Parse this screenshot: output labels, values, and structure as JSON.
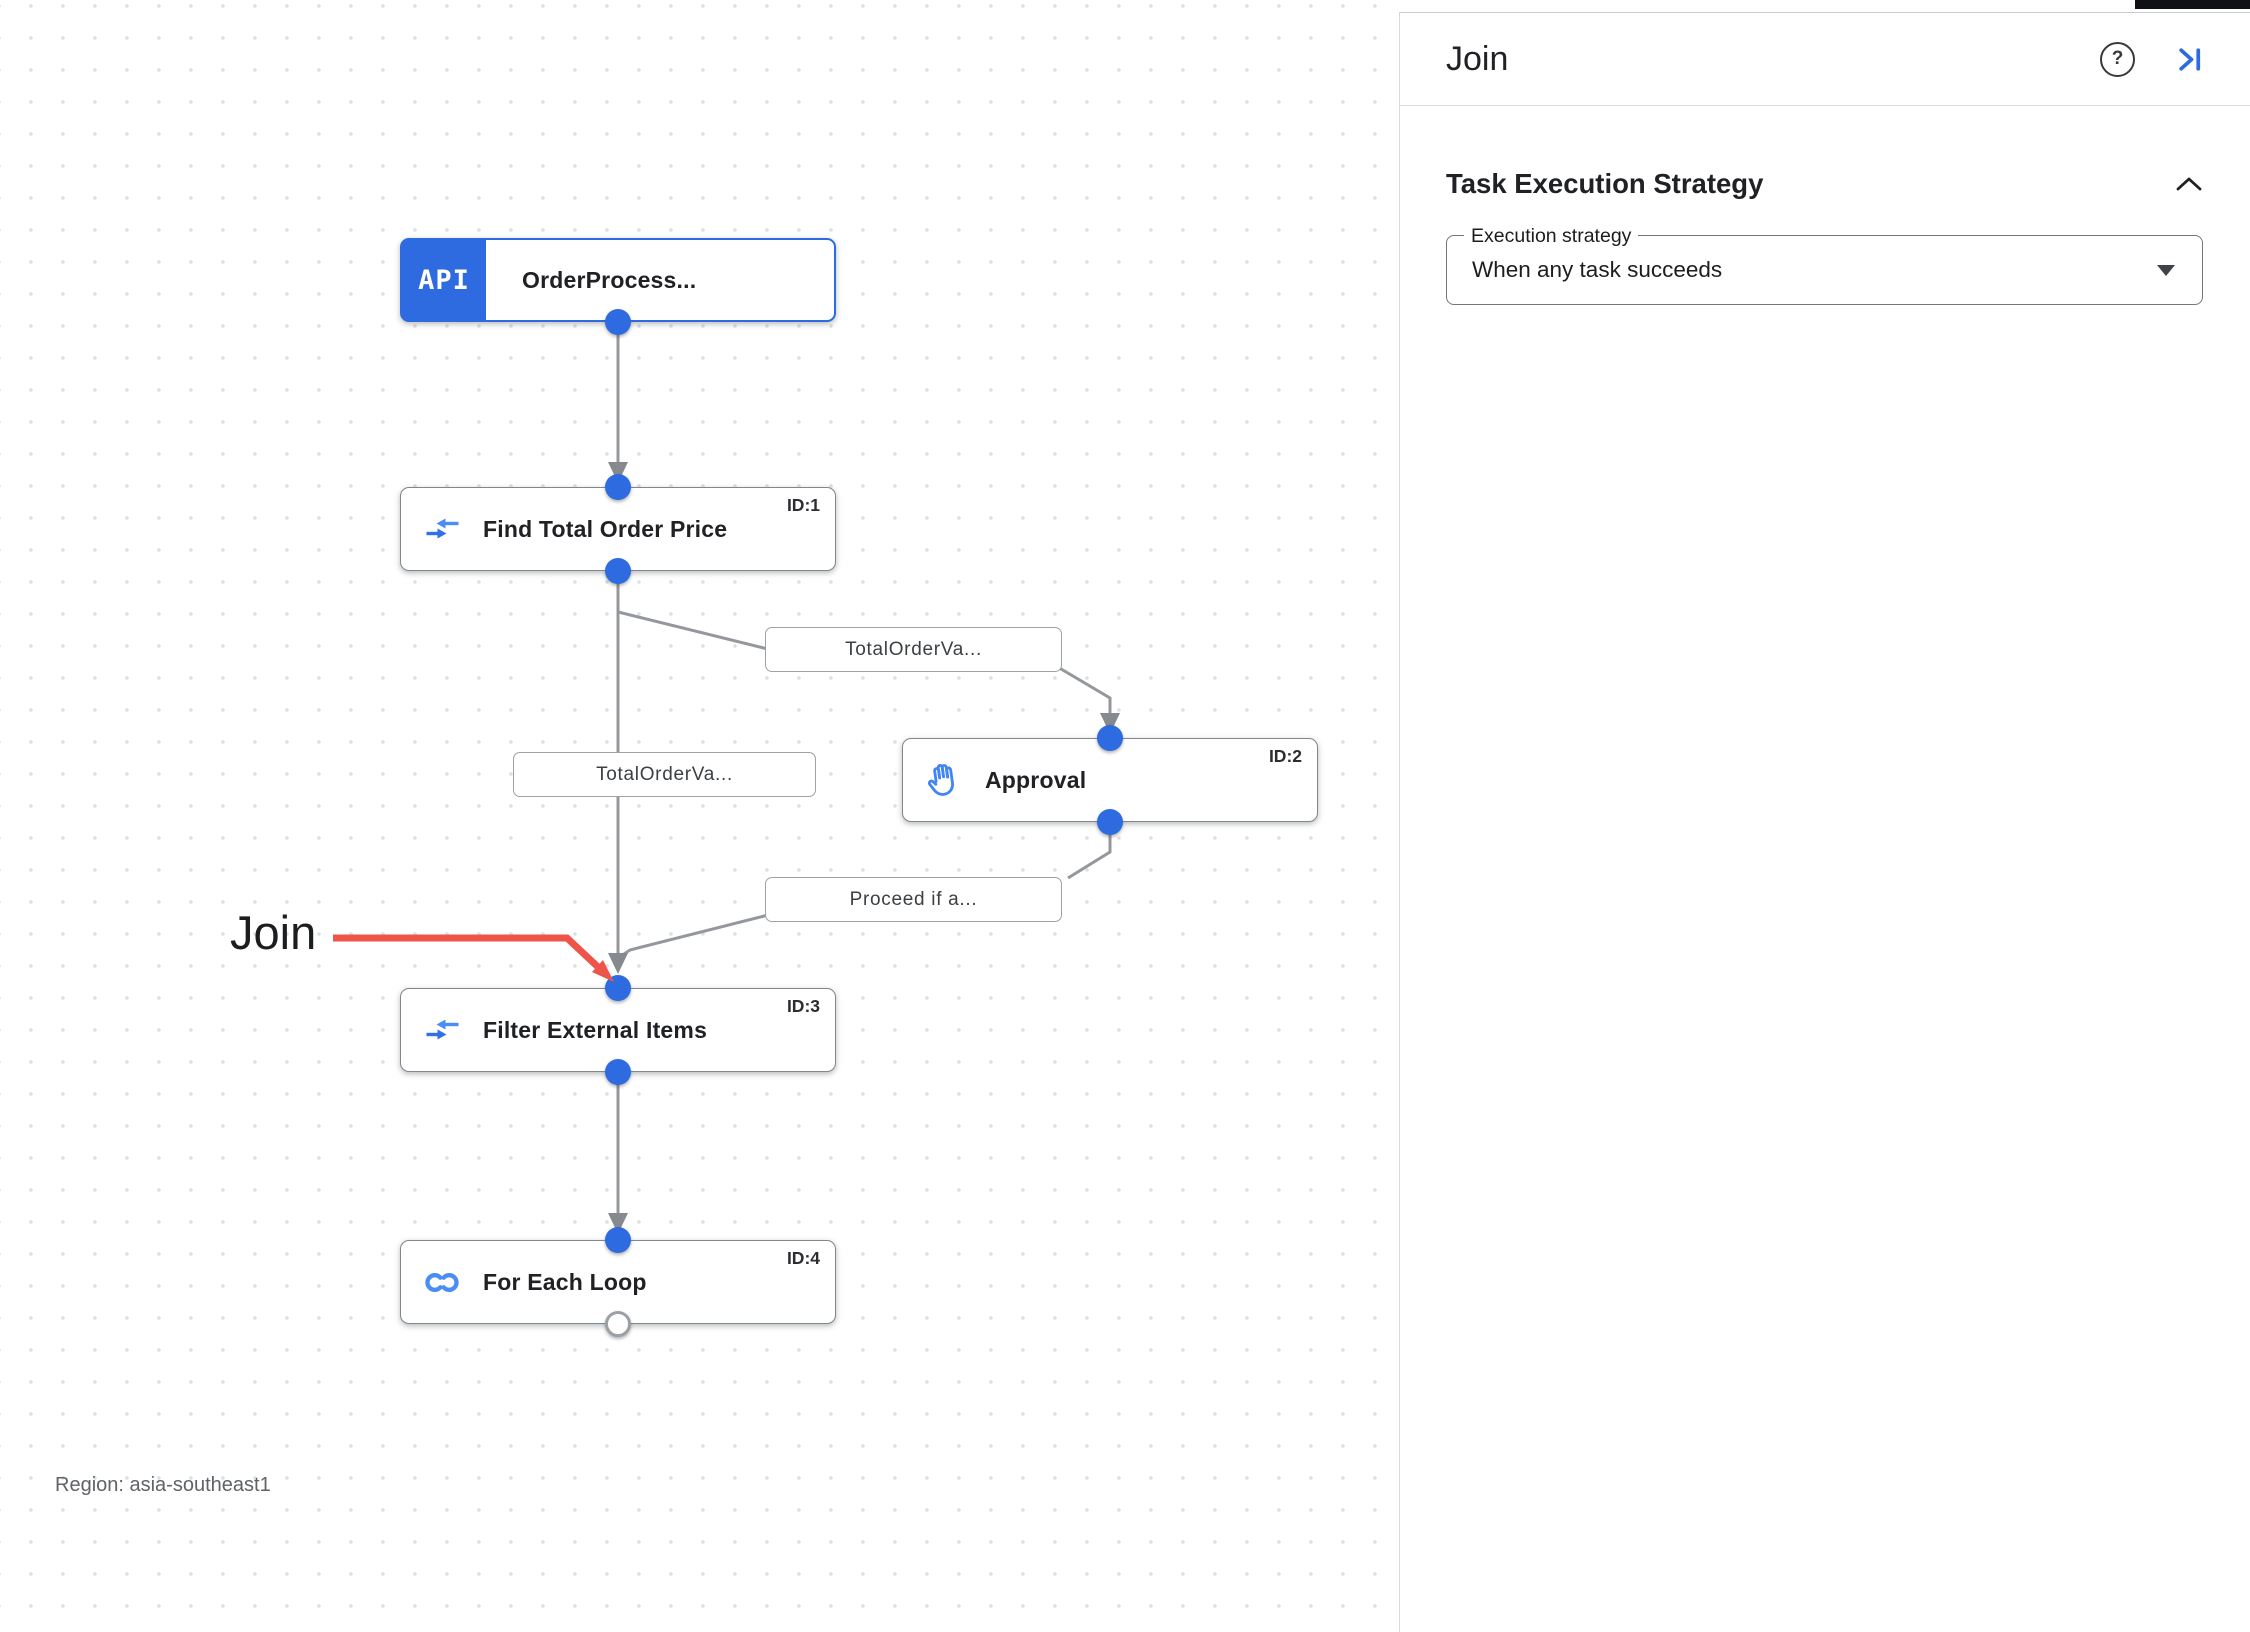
{
  "panel": {
    "title": "Join",
    "icons": {
      "help_glyph": "?",
      "help": "help-circle-icon",
      "collapse": "collapse-panel-icon",
      "section_chevron": "chevron-up-icon"
    },
    "section_heading": "Task Execution Strategy",
    "field": {
      "label": "Execution strategy",
      "value": "When any task succeeds"
    }
  },
  "canvas": {
    "region_label": "Region: asia-southeast1",
    "annotation": "Join",
    "nodes": {
      "order": {
        "badge": "API",
        "label": "OrderProcess...",
        "icon": "api-trigger-badge"
      },
      "find": {
        "id": "ID:1",
        "label": "Find Total Order Price",
        "icon": "data-mapping-icon"
      },
      "approval": {
        "id": "ID:2",
        "label": "Approval",
        "icon": "approval-hand-icon"
      },
      "filter": {
        "id": "ID:3",
        "label": "Filter External Items",
        "icon": "data-mapping-icon"
      },
      "foreach": {
        "id": "ID:4",
        "label": "For Each Loop",
        "icon": "for-each-loop-icon"
      }
    },
    "edge_labels": {
      "to_approval": "TotalOrderVa...",
      "to_filter": "TotalOrderVa...",
      "from_approval": "Proceed if a..."
    }
  },
  "colors": {
    "accent_blue": "#2e6be0",
    "icon_blue": "#4285f4",
    "edge_gray": "#94989d",
    "label_text": "#3c4043",
    "annotation_red": "#ee5449",
    "dot_grid": "#dcdee1"
  }
}
